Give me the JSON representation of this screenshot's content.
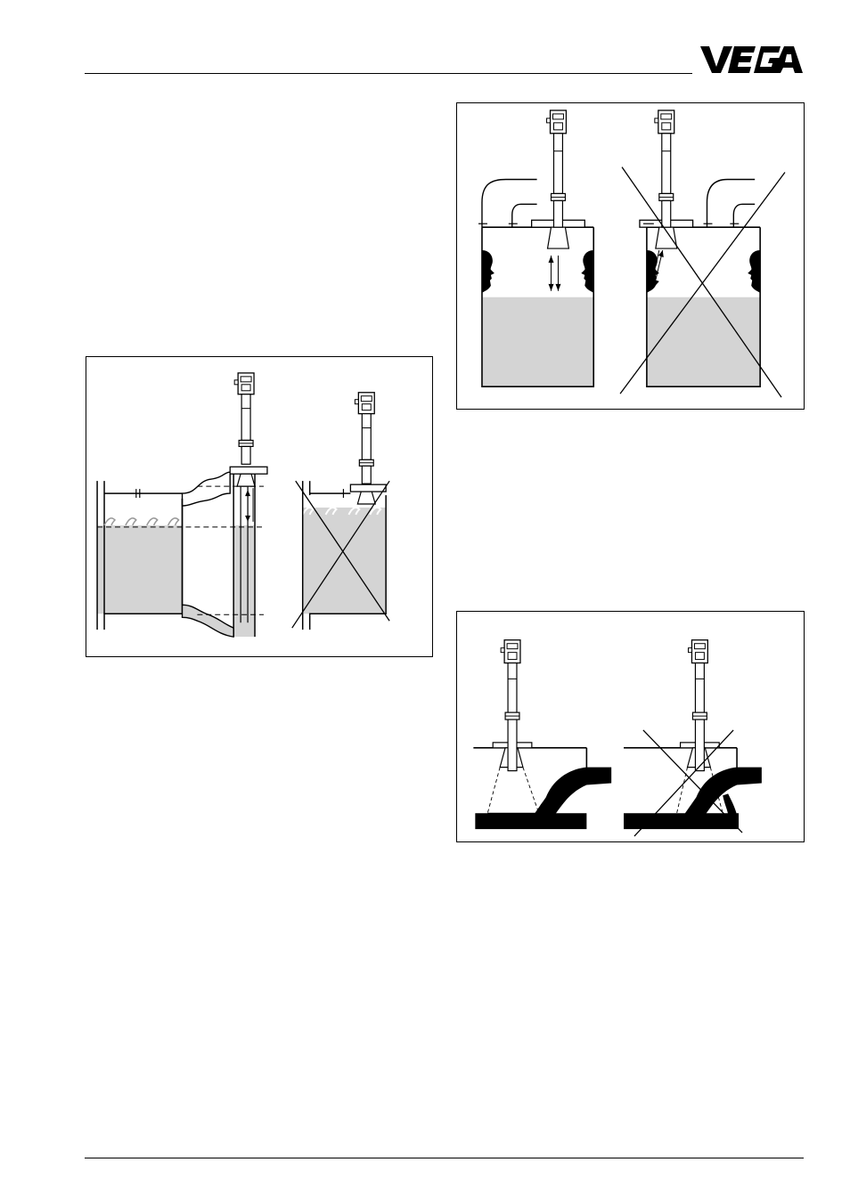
{
  "header": {
    "logo_text": "VEGA",
    "logo_color": "#000000"
  },
  "figures": [
    {
      "name": "bypass-tube-installation",
      "icons": [
        "sensor-icon",
        "bypass-tube-icon",
        "wave-icon",
        "cross-out-icon"
      ]
    },
    {
      "name": "nozzle-orientation",
      "icons": [
        "sensor-icon",
        "socket-icon",
        "person-silhouette-icon",
        "arrow-icon",
        "cross-out-icon"
      ]
    },
    {
      "name": "inflow-stream",
      "icons": [
        "sensor-icon",
        "beam-cone-icon",
        "inflow-stream-icon",
        "cross-out-icon"
      ]
    }
  ],
  "colors": {
    "product_fill": "#d4d4d4",
    "line": "#000000"
  }
}
